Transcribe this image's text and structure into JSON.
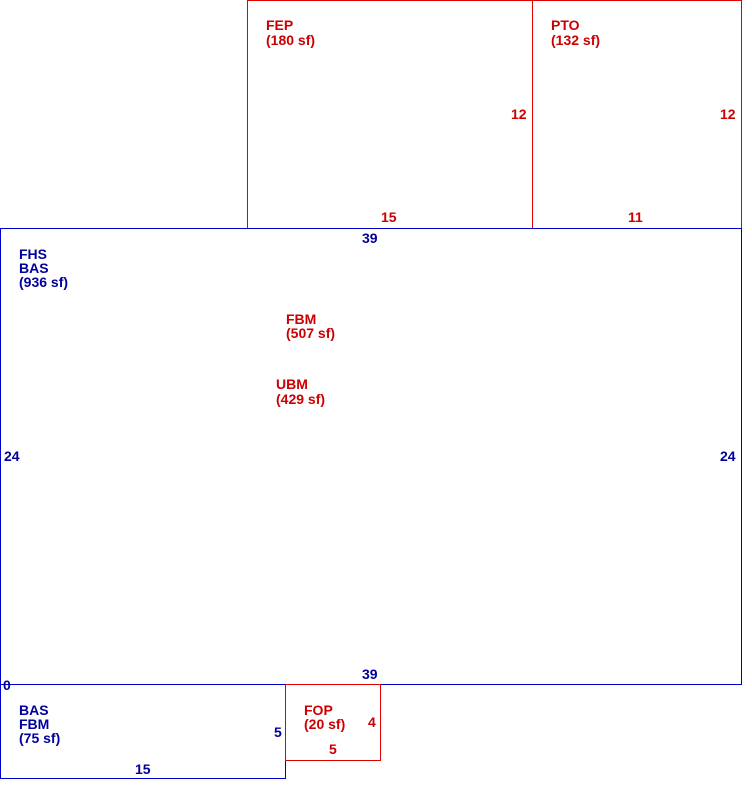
{
  "colors": {
    "blue": "#0000cc",
    "red": "#e00000",
    "blue_text": "#00009c",
    "red_text": "#cc0000"
  },
  "areas": {
    "fep": {
      "code": "FEP",
      "area": "(180 sf)",
      "dim_side": "12",
      "dim_bottom": "15"
    },
    "pto": {
      "code": "PTO",
      "area": "(132 sf)",
      "dim_side": "12",
      "dim_bottom": "11"
    },
    "main": {
      "code1": "FHS",
      "code2": "BAS",
      "area": "(936 sf)",
      "dim_top": "39",
      "dim_left": "24",
      "dim_right": "24",
      "dim_bottom": "39",
      "corner": "0"
    },
    "fbm": {
      "code": "FBM",
      "area": "(507 sf)"
    },
    "ubm": {
      "code": "UBM",
      "area": "(429 sf)"
    },
    "lower_left": {
      "code1": "BAS",
      "code2": "FBM",
      "area": "(75 sf)",
      "dim_right": "5",
      "dim_bottom": "15"
    },
    "fop": {
      "code": "FOP",
      "area": "(20 sf)",
      "dim_right": "4",
      "dim_bottom": "5"
    }
  }
}
